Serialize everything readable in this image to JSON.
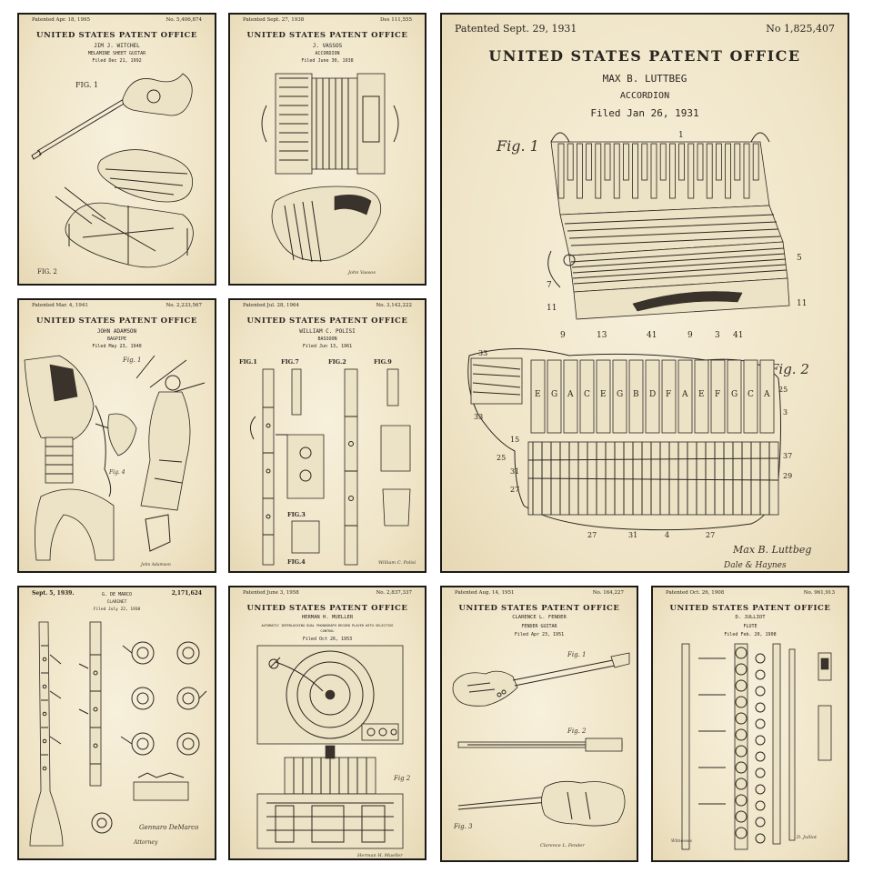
{
  "office_title": "UNITED STATES PATENT OFFICE",
  "posters": [
    {
      "id": "guitar",
      "date": "Patented Apr. 18, 1995",
      "number": "No. 5,406,874",
      "inventor": "JIM J. WITCHEL",
      "title": "MELAMINE SHEET GUITAR",
      "filed": "Filed Dec 21, 1992",
      "figs": [
        "FIG. 1",
        "FIG. 2"
      ]
    },
    {
      "id": "accordion-small",
      "date": "Patented Sept. 27, 1938",
      "number": "Des 111,555",
      "inventor": "J. VASSOS",
      "title": "ACCORDION",
      "filed": "Filed June 30, 1938"
    },
    {
      "id": "accordion-large",
      "date": "Patented Sept. 29, 1931",
      "number": "No 1,825,407",
      "inventor": "MAX B. LUTTBEG",
      "title": "ACCORDION",
      "filed": "Filed Jan 26, 1931",
      "figs": [
        "Fig. 1",
        "Fig. 2"
      ],
      "keys": [
        "E",
        "G",
        "A",
        "C",
        "E",
        "G",
        "B",
        "D",
        "F",
        "A",
        "E",
        "F",
        "G",
        "C",
        "A"
      ],
      "signature": "Max B. Luttbeg",
      "attorney": "Dale & Haynes"
    },
    {
      "id": "bagpipe",
      "date": "Patented Mar. 4, 1941",
      "number": "No. 2,233,567",
      "inventor": "JOHN ADAMSON",
      "title": "BAGPIPE",
      "filed": "Filed May 23, 1940",
      "figs": [
        "Fig. 1",
        "Fig. 4"
      ]
    },
    {
      "id": "bassoon",
      "date": "Patented Jul. 28, 1964",
      "number": "No. 3,142,222",
      "inventor": "WILLIAM C. POLISI",
      "title": "BASSOON",
      "filed": "Filed Jun 13, 1961",
      "figs": [
        "FIG.1",
        "FIG.7",
        "FIG.2",
        "FIG.9",
        "FIG.3",
        "FIG.4"
      ]
    },
    {
      "id": "clarinet",
      "date": "Sept. 5, 1939.",
      "number": "2,171,624",
      "inventor": "G. DE MARCO",
      "title": "CLARINET",
      "filed": "Filed July 22, 1938",
      "signature": "Gennaro DeMarco"
    },
    {
      "id": "phonograph",
      "date": "Patented June 3, 1958",
      "number": "No. 2,837,337",
      "inventor": "HERMAN H. MUELLER",
      "title": "AUTOMATIC INTERLOCKING DUAL PHONOGRAPH RECORD PLAYER WITH SELECTIVE CONTROL",
      "filed": "Filed Oct 26, 1953",
      "figs": [
        "Fig 2"
      ]
    },
    {
      "id": "fender",
      "date": "Patented Aug. 14, 1951",
      "number": "No. 164,227",
      "inventor": "CLARENCE L. FENDER",
      "title": "FENDER GUITAR",
      "filed": "Filed Apr 23, 1951",
      "figs": [
        "Fig. 1",
        "Fig. 2",
        "Fig. 3"
      ]
    },
    {
      "id": "flute",
      "date": "Patented Oct. 26, 1908",
      "number": "No. 961,913",
      "inventor": "D. JULLIOT",
      "title": "FLUTE",
      "filed": "Filed Feb. 20, 1908"
    }
  ]
}
